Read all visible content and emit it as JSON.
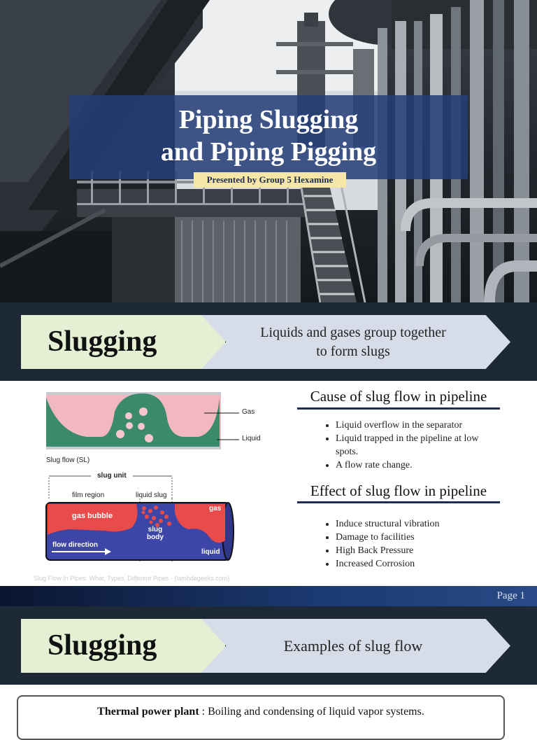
{
  "hero": {
    "title_line1": "Piping Slugging",
    "title_line2": "and Piping Pigging",
    "presenter": "Presented by Group 5 Hexamine"
  },
  "banner1": {
    "heading": "Slugging",
    "line1": "Liquids and gases group together",
    "line2": "to form slugs"
  },
  "diagram_top": {
    "gas_label": "Gas",
    "liquid_label": "Liquid",
    "caption": "Slug flow (SL)"
  },
  "diagram_bottom": {
    "slug_unit": "slug unit",
    "film_region": "film region",
    "liquid_slug": "liquid slug",
    "gas_bubble": "gas bubble",
    "gas": "gas",
    "slug_body_1": "slug",
    "slug_body_2": "body",
    "flow_direction": "flow direction",
    "liquid": "liquid"
  },
  "source": "Slug Flow In Pipes: What, Types, Different Pipes - (lambdageeks.com)",
  "cause": {
    "heading": "Cause of slug flow in pipeline",
    "items": [
      "Liquid overflow in the separator",
      "Liquid trapped in the pipeline at low spots.",
      "A flow rate change."
    ]
  },
  "effect": {
    "heading": "Effect of slug flow in pipeline",
    "items": [
      "Induce structural vibration",
      "Damage to facilities",
      "High Back Pressure",
      "Increased Corrosion"
    ]
  },
  "footer": {
    "page": "Page 1"
  },
  "banner2": {
    "heading": "Slugging",
    "desc": "Examples of slug flow"
  },
  "example": {
    "bold": "Thermal power plant",
    "rest": " : Boiling and condensing of liquid vapor systems."
  },
  "colors": {
    "title_box": "#243e78",
    "presenter_bg": "#f6e7a6",
    "banner_bg": "#1e2937",
    "banner_green": "#e4efd4",
    "banner_arrow": "#d6dde8",
    "slug_liquid": "#3b8a6c",
    "slug_gas": "#f2b8bf",
    "pipe_liquid": "#3d46a6",
    "pipe_gas": "#e94b4b"
  }
}
